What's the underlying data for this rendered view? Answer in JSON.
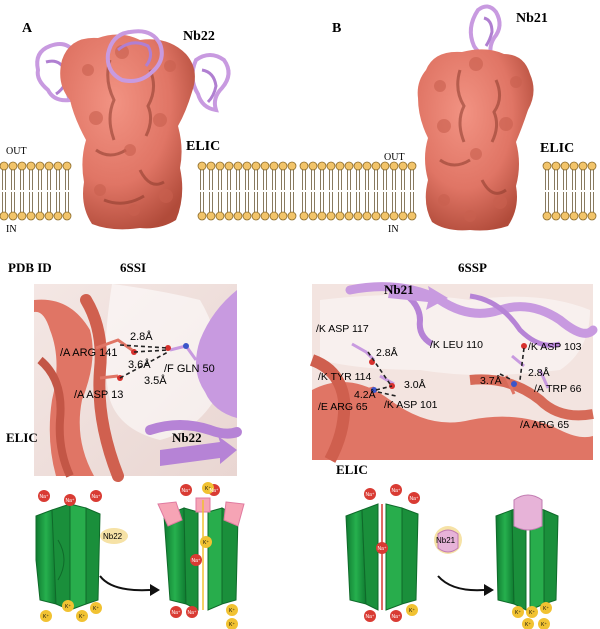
{
  "panels": {
    "a": {
      "letter": "A",
      "nanobody": "Nb22",
      "protein": "ELIC",
      "out": "OUT",
      "in": "IN",
      "pdb_title": "PDB ID",
      "pdb": "6SSI",
      "zoom": {
        "labels": [
          "/A ARG 141",
          "/F GLN 50",
          "/A ASP 13"
        ],
        "distances": [
          "2.8Å",
          "3.6Å",
          "3.5Å"
        ],
        "protein": "ELIC",
        "nanobody": "Nb22"
      }
    },
    "b": {
      "letter": "B",
      "nanobody": "Nb21",
      "protein": "ELIC",
      "out": "OUT",
      "in": "IN",
      "pdb": "6SSP",
      "zoom": {
        "nanobody": "Nb21",
        "labels": [
          "/K ASP 117",
          "/K LEU 110",
          "/K ASP 103",
          "/K TYR 114",
          "/E ARG 65",
          "/K ASP 101",
          "/A TRP 66",
          "/A ARG 65"
        ],
        "distances": [
          "2.8Å",
          "3.0Å",
          "4.2Å",
          "3.7Å",
          "2.8Å"
        ],
        "protein": "ELIC"
      }
    }
  },
  "schematic": {
    "na": "Na⁺",
    "k": "K⁺",
    "nb22": "Nb22",
    "nb21": "Nb21"
  },
  "colors": {
    "protein": "#e07565",
    "protein_dark": "#b5503f",
    "nanobody": "#c89ae0",
    "nanobody_dark": "#9a6bbd",
    "membrane_head": "#f2c46a",
    "channel": "#1fa143",
    "channel_dark": "#0f6a2a",
    "na_ion": "#d93b33",
    "k_ion": "#f1c232"
  }
}
